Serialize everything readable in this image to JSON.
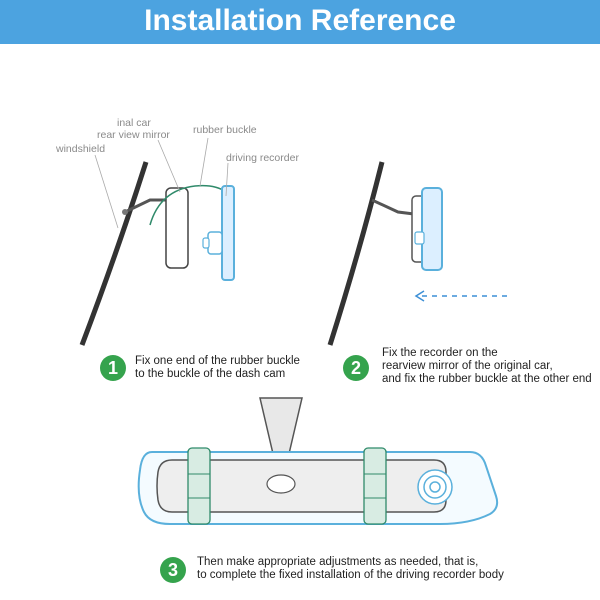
{
  "header": {
    "title": "Installation Reference"
  },
  "diagram1": {
    "labels": {
      "windshield": "windshield",
      "mirror_line1": "inal car",
      "mirror_line2": "rear view mirror",
      "rubber_buckle": "rubber buckle",
      "driving_recorder": "driving recorder"
    }
  },
  "steps": [
    {
      "number": "1",
      "lines": [
        "Fix one end of the rubber buckle",
        "to the buckle of the dash cam"
      ]
    },
    {
      "number": "2",
      "lines": [
        "Fix the recorder on the",
        "rearview mirror of the original car,",
        "and fix the rubber buckle at the other end"
      ]
    },
    {
      "number": "3",
      "lines": [
        "Then make appropriate adjustments as needed, that is,",
        "to complete the fixed installation of the driving recorder body"
      ]
    }
  ],
  "colors": {
    "banner": "#4ca3e0",
    "badge": "#35a34d",
    "device_outline": "#5ab0dc",
    "strap": "#d8ece3"
  }
}
